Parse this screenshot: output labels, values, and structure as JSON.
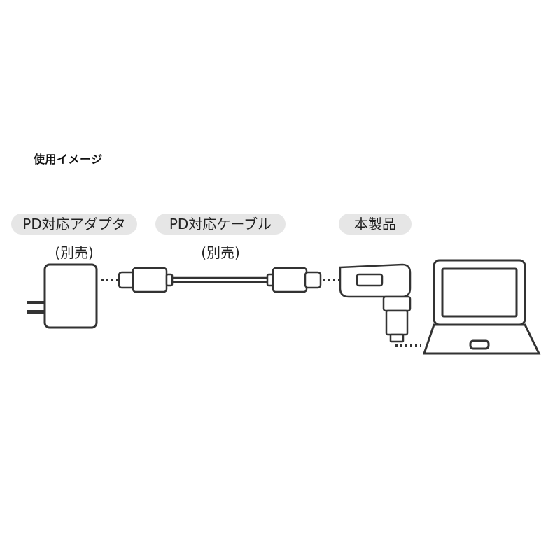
{
  "title": "使用イメージ",
  "adapter": {
    "label": "PD対応アダプタ",
    "note": "(別売)"
  },
  "cable": {
    "label": "PD対応ケーブル",
    "note": "(別売)"
  },
  "product": {
    "label": "本製品"
  },
  "colors": {
    "stroke": "#333333",
    "pill": "#e6e6e6",
    "background": "#ffffff"
  }
}
